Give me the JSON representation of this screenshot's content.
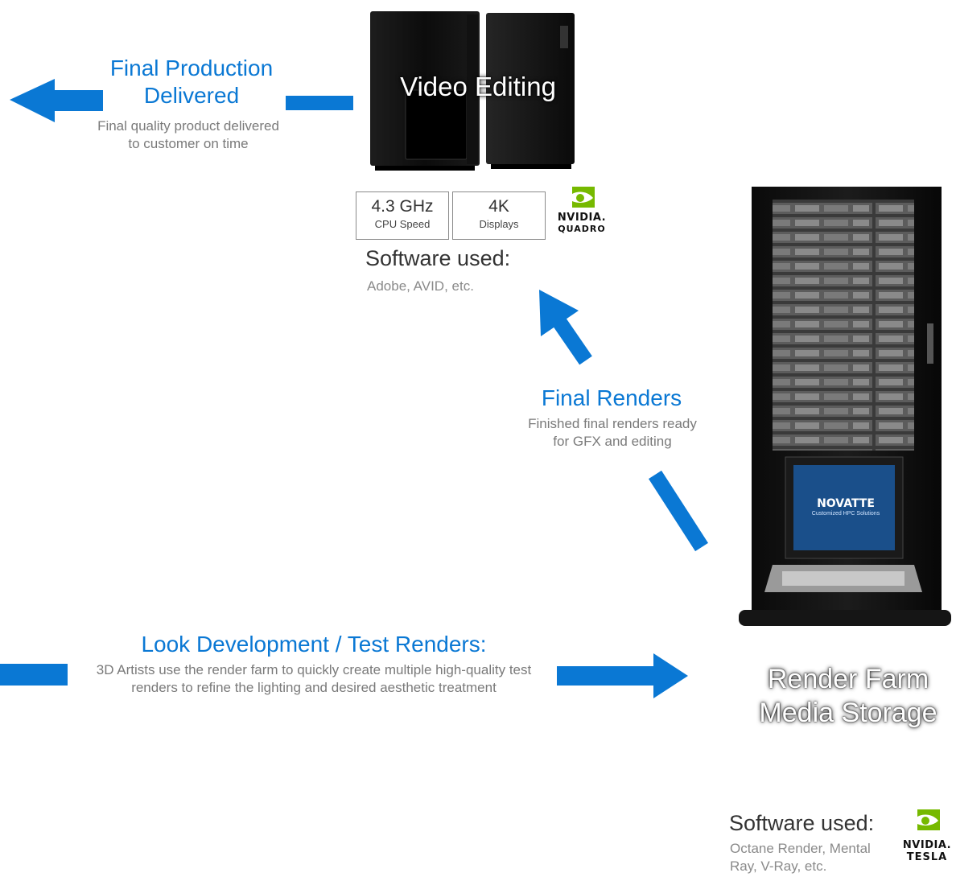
{
  "colors": {
    "accent": "#0a78d4",
    "muted": "#7a7a7a"
  },
  "final_production": {
    "title": "Final Production Delivered",
    "description": "Final quality product delivered to customer on time"
  },
  "video_editing": {
    "label": "Video Editing",
    "specs": [
      {
        "value": "4.3 GHz",
        "label": "CPU Speed"
      },
      {
        "value": "4K",
        "label": "Displays"
      }
    ],
    "gpu_logo": {
      "brand": "NVIDIA.",
      "product": "QUADRO"
    },
    "software_title": "Software used:",
    "software_list": "Adobe, AVID, etc."
  },
  "final_renders": {
    "title": "Final Renders",
    "description": "Finished final renders ready for GFX and editing"
  },
  "look_dev": {
    "title": "Look Development / Test Renders:",
    "description": "3D Artists use the render farm to quickly create multiple high-quality test renders to refine the lighting and desired aesthetic treatment"
  },
  "render_farm": {
    "label_line1": "Render Farm",
    "label_line2": "Media Storage",
    "screen_logo": "NOVATTE",
    "screen_tagline": "Customized HPC Solutions",
    "software_title": "Software used:",
    "software_list": "Octane Render, Mental Ray, V-Ray, etc.",
    "gpu_logo": {
      "brand": "NVIDIA.",
      "product": "TESLA"
    }
  }
}
